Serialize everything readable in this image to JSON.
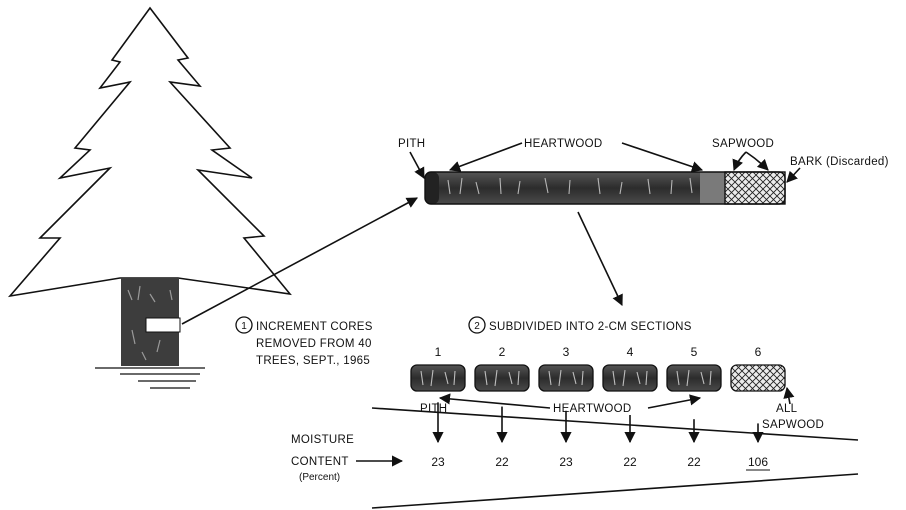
{
  "core_labels": {
    "pith": "PITH",
    "heartwood": "HEARTWOOD",
    "sapwood": "SAPWOOD",
    "bark": "BARK (Discarded)"
  },
  "step1": {
    "number": "1",
    "lines": [
      "INCREMENT CORES",
      "REMOVED FROM 40",
      "TREES, SEPT., 1965"
    ]
  },
  "step2": {
    "number": "2",
    "text": "SUBDIVIDED INTO 2-CM SECTIONS"
  },
  "sections": [
    {
      "label": "1",
      "moisture": "23"
    },
    {
      "label": "2",
      "moisture": "22"
    },
    {
      "label": "3",
      "moisture": "23"
    },
    {
      "label": "4",
      "moisture": "22"
    },
    {
      "label": "5",
      "moisture": "22"
    },
    {
      "label": "6",
      "moisture": "106"
    }
  ],
  "section_labels": {
    "pith": "PITH",
    "heartwood": "HEARTWOOD",
    "all": "ALL",
    "sapwood": "SAPWOOD"
  },
  "moisture": {
    "line1": "MOISTURE",
    "line2": "CONTENT",
    "unit": "(Percent)"
  },
  "colors": {
    "ink": "#111111",
    "heartwood": "#3a3a3a",
    "sapwood": "#e8e8e8"
  }
}
